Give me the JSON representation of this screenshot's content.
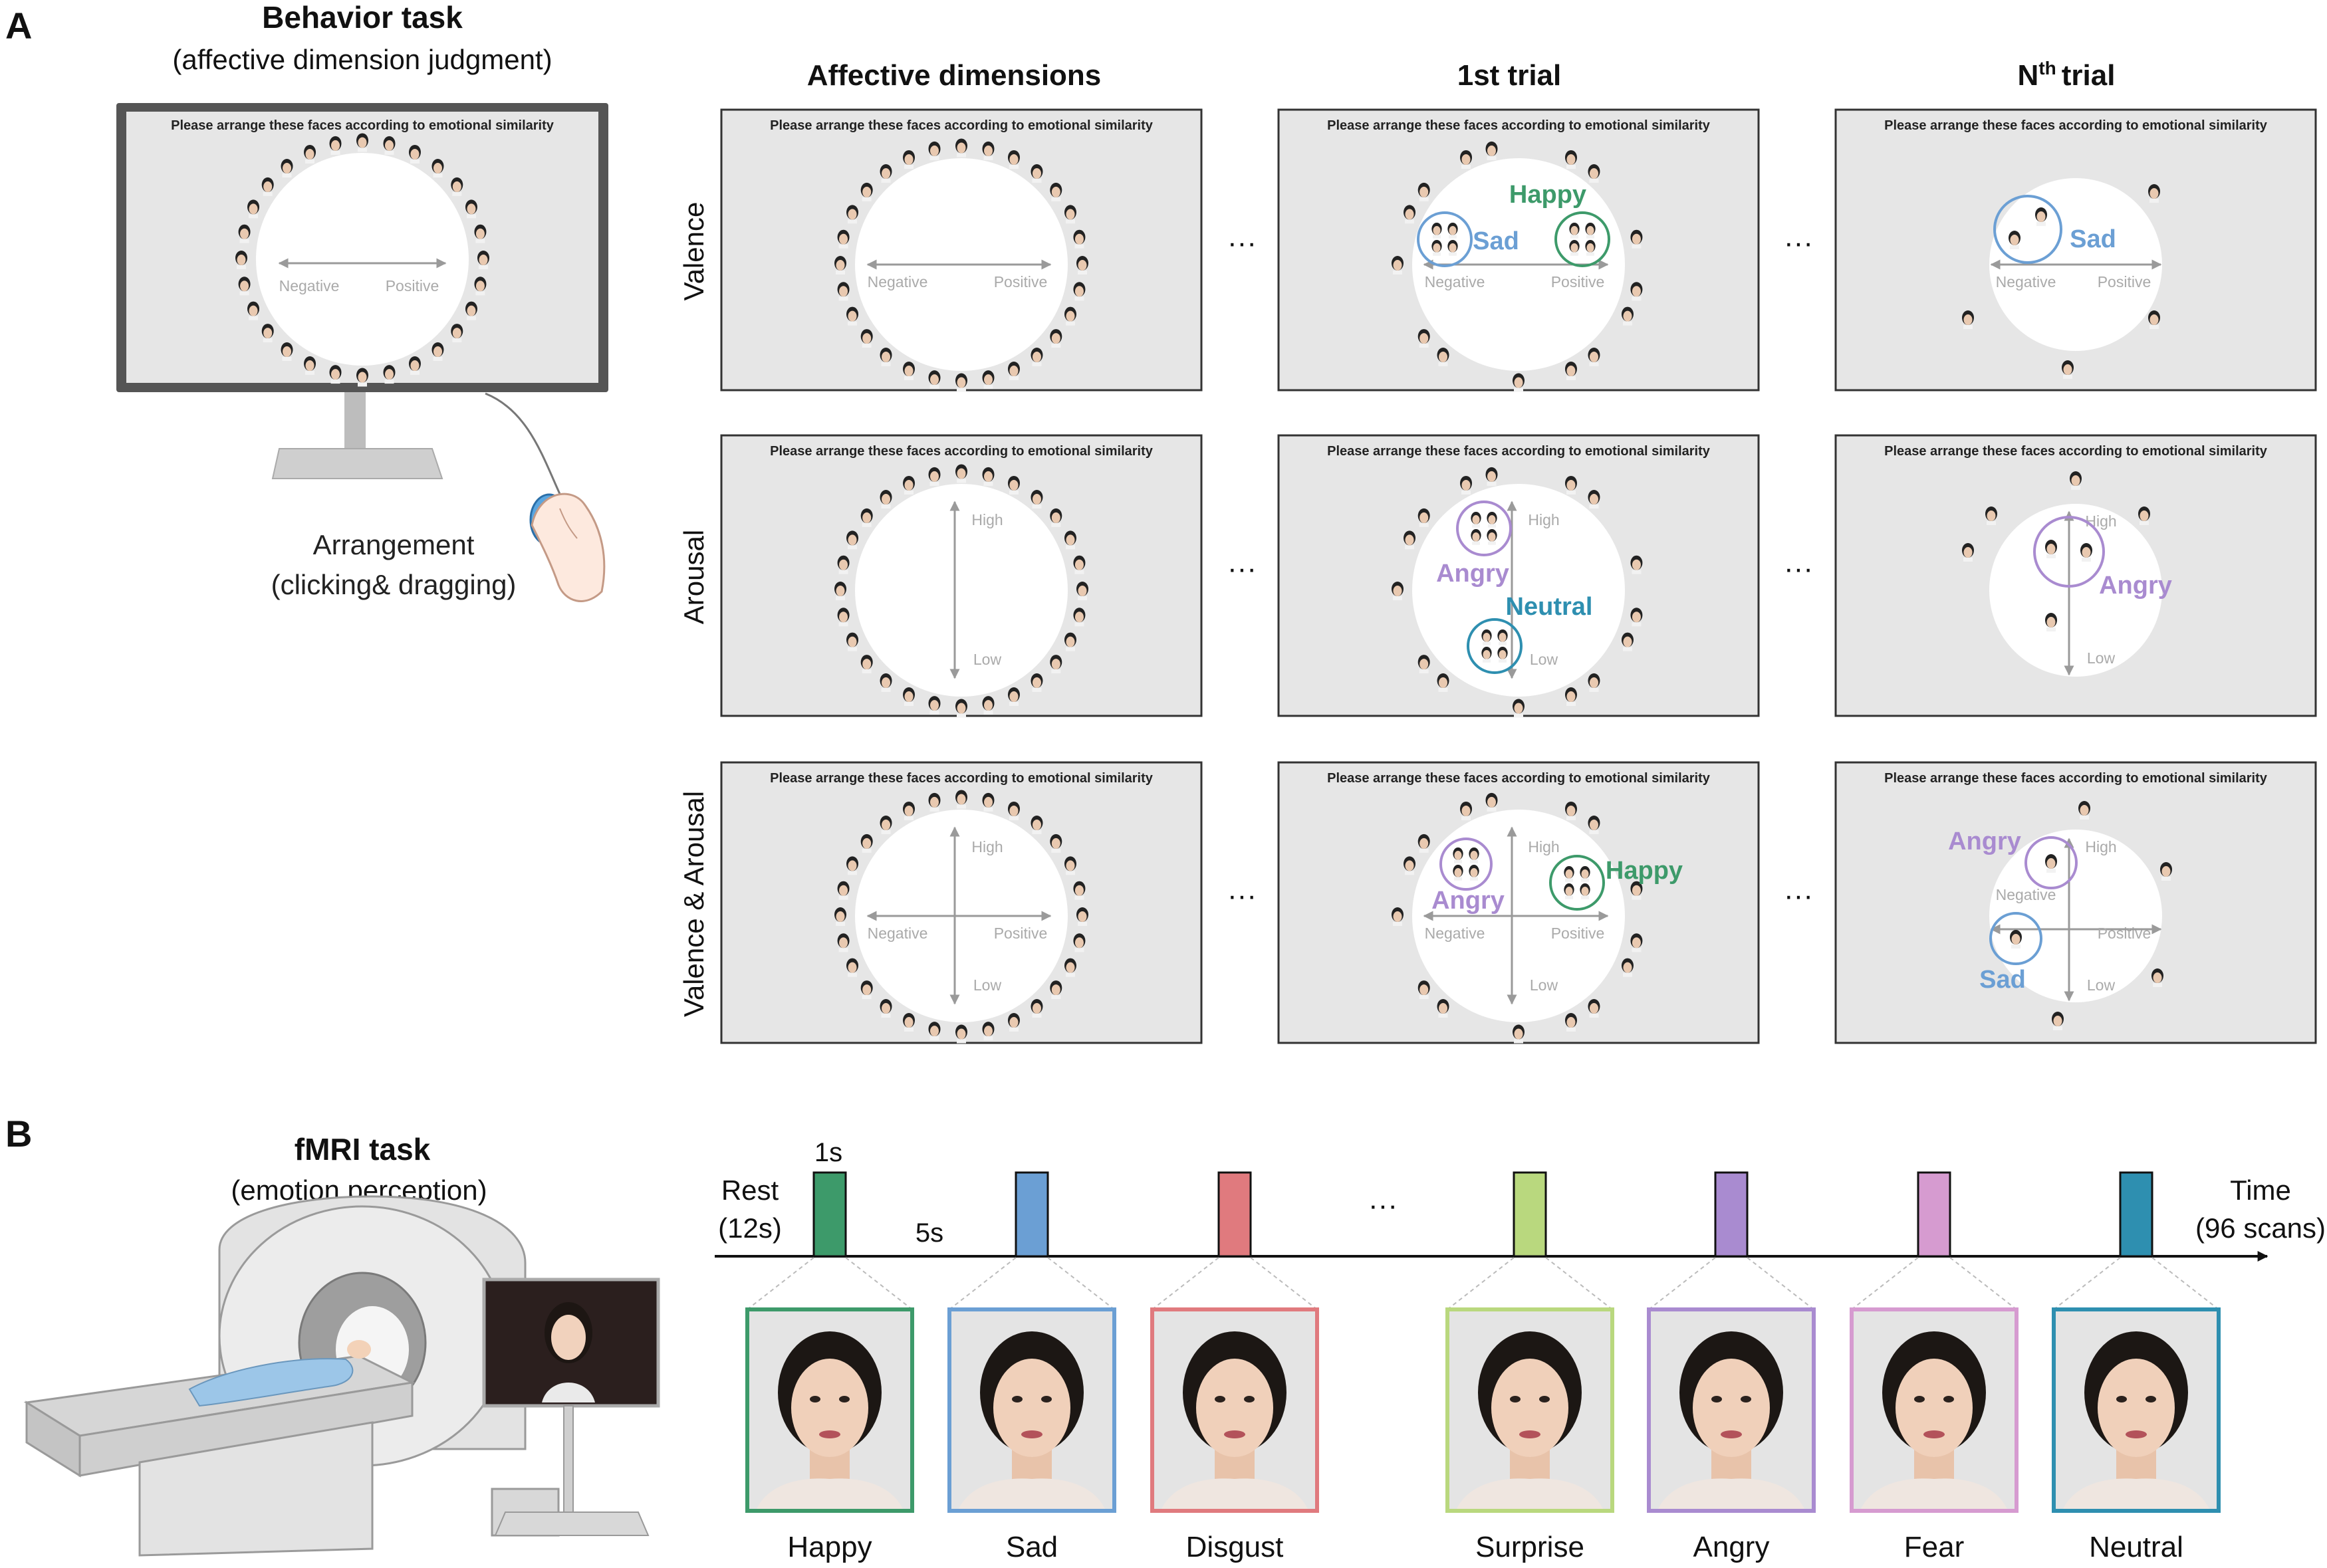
{
  "panel_a": {
    "letter": "A",
    "behavior": {
      "title": "Behavior task",
      "subtitle": "(affective dimension judgment)",
      "arrangement_1": "Arrangement",
      "arrangement_2": "(clicking& dragging)"
    },
    "instruction": "Please arrange these faces according to emotional similarity",
    "columns": [
      "Affective dimensions",
      "1st trial",
      "trial"
    ],
    "nth_prefix": "N",
    "nth_sup": "th",
    "rows": [
      "Valence",
      "Arousal",
      "Valence & Arousal"
    ],
    "axis": {
      "negative": "Negative",
      "positive": "Positive",
      "high": "High",
      "low": "Low"
    },
    "ellipsis": "···",
    "groups": {
      "happy": "Happy",
      "sad": "Sad",
      "angry": "Angry",
      "neutral": "Neutral"
    }
  },
  "panel_b": {
    "letter": "B",
    "title": "fMRI task",
    "subtitle": "(emotion perception)",
    "rest_1": "Rest",
    "rest_2": "(12s)",
    "stim_duration": "1s",
    "isi": "5s",
    "time_1": "Time",
    "time_2": "(96 scans)",
    "ellipsis": "···",
    "emotions": [
      {
        "label": "Happy",
        "color": "#3d9a6a"
      },
      {
        "label": "Sad",
        "color": "#6b9fd4"
      },
      {
        "label": "Disgust",
        "color": "#e07a7e"
      },
      {
        "label": "Surprise",
        "color": "#b9d87e"
      },
      {
        "label": "Angry",
        "color": "#a98bd0"
      },
      {
        "label": "Fear",
        "color": "#d69bd0"
      },
      {
        "label": "Neutral",
        "color": "#2e8fb0"
      }
    ]
  },
  "colors": {
    "happy": "#3d9a6a",
    "sad": "#6b9fd4",
    "angry": "#a98bd0",
    "neutral": "#2e8fb0",
    "panel_bg": "#e6e6e6",
    "axis": "#9a9a9a"
  }
}
